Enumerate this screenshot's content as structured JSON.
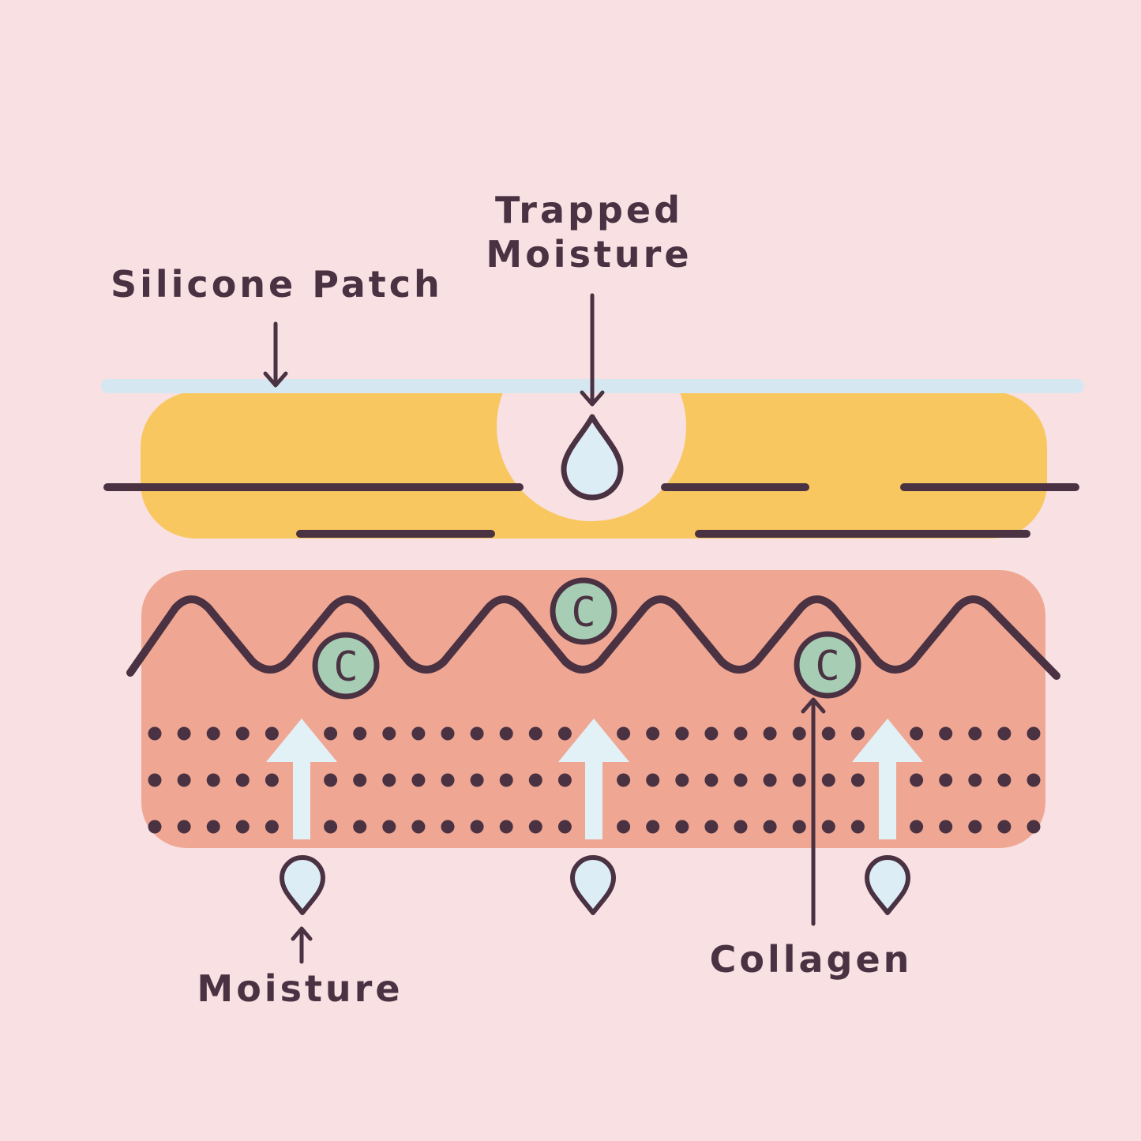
{
  "labels": {
    "silicone_patch": "Silicone Patch",
    "trapped_moisture_line1": "Trapped",
    "trapped_moisture_line2": "Moisture",
    "moisture": "Moisture",
    "collagen": "Collagen"
  },
  "collagen_symbol": "C",
  "colors": {
    "background": "#f8e0e3",
    "silicone_strip": "#d5e8f1",
    "gel_layer": "#f9c75f",
    "skin_layer": "#efa793",
    "outline": "#4a3242",
    "collagen_fill": "#a7cdb5",
    "moisture_drop": "#dcedf5",
    "arrow_up": "#e2f1f6"
  },
  "icons": {
    "drop": "water-drop-icon",
    "collagen": "collagen-c-icon",
    "arrow": "arrow-icon"
  }
}
